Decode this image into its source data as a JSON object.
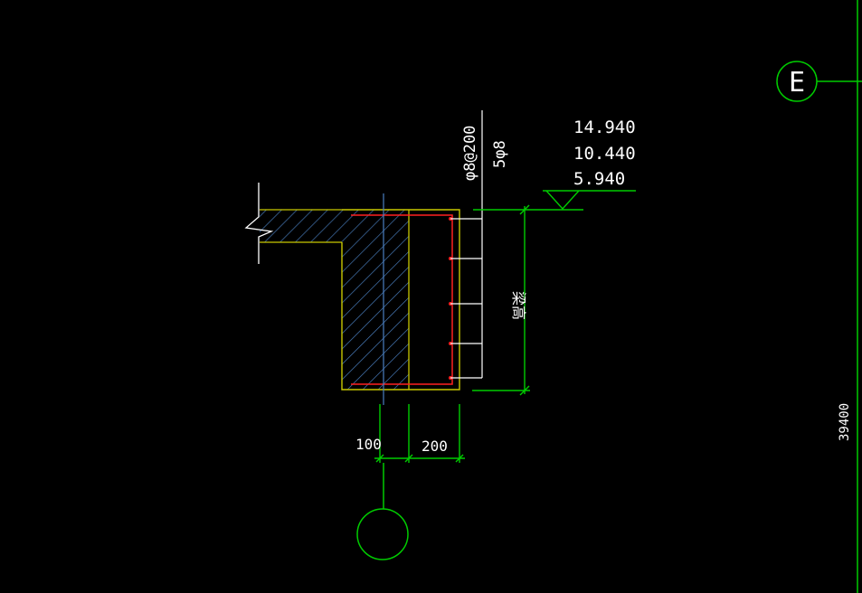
{
  "canvas": {
    "background": "#000000"
  },
  "colors": {
    "white": "#ffffff",
    "green": "#00cc00",
    "yellow": "#c8c800",
    "red": "#ff2020",
    "blue_hatch": "#4a7fc0",
    "center_line": "#4a7fc0"
  },
  "grid_axis_e": {
    "label": "E"
  },
  "grid_axis_bottom": {
    "label": ""
  },
  "elevations": [
    "14.940",
    "10.440",
    "5.940"
  ],
  "rebar_labels": {
    "distribution": "φ8@200",
    "main": "5φ8"
  },
  "side_label": "梁高",
  "dimensions": {
    "left": "100",
    "right": "200",
    "vertical": "39400"
  }
}
